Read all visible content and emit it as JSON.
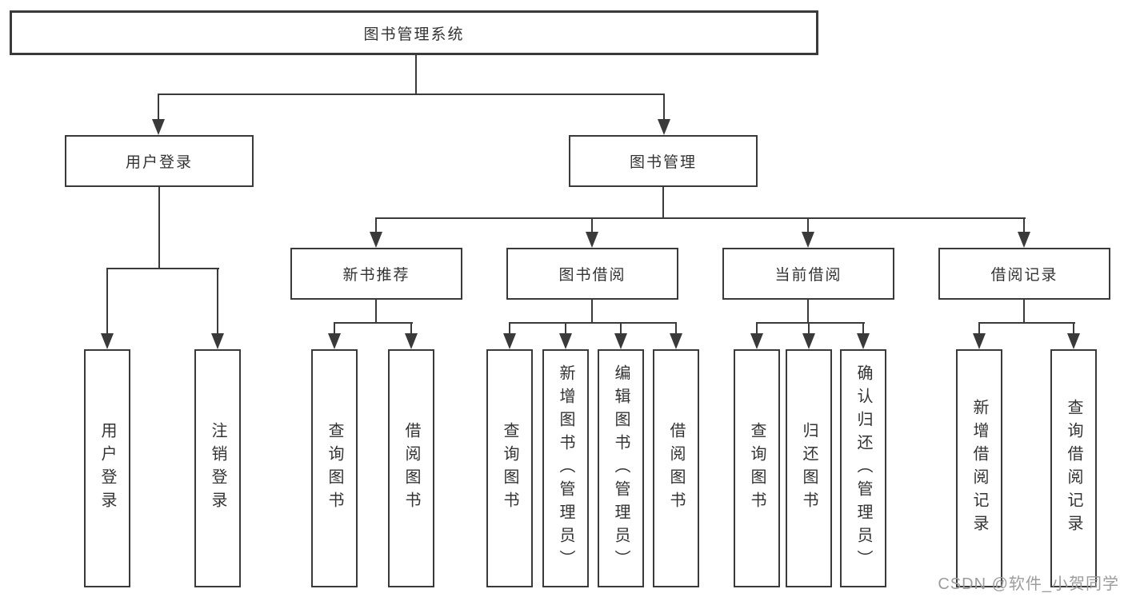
{
  "title_box": "图书管理系统",
  "level2": {
    "left": "用户登录",
    "right": "图书管理"
  },
  "level3": [
    "新书推荐",
    "图书借阅",
    "当前借阅",
    "借阅记录"
  ],
  "leaves": {
    "user_login": [
      "用户登录",
      "注销登录"
    ],
    "new_books": [
      "查询图书",
      "借阅图书"
    ],
    "borrow": [
      "查询图书",
      "新增图书（管理员）",
      "编辑图书（管理员）",
      "借阅图书"
    ],
    "current": [
      "查询图书",
      "归还图书",
      "确认归还（管理员）"
    ],
    "records": [
      "新增借阅记录",
      "查询借阅记录"
    ]
  },
  "watermark": "CSDN @软件_小贺同学",
  "colors": {
    "line": "#3a3a3a",
    "text": "#333333",
    "watermark": "#9c9c9c"
  }
}
